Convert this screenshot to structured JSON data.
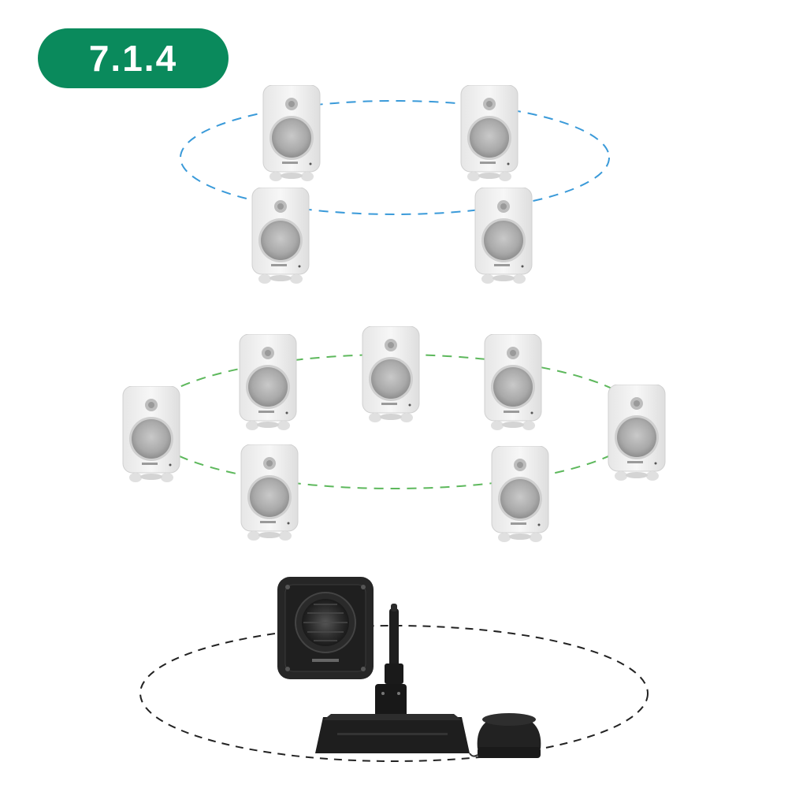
{
  "badge": {
    "label": "7.1.4"
  },
  "colors": {
    "badge_bg": "#0a8a5c",
    "height_ring": "#3a9ad9",
    "ear_ring": "#5db85c",
    "floor_ring": "#222222",
    "speaker_body": "#f2f2f2",
    "subwoofer_body": "#262626"
  },
  "speaker_groups": [
    {
      "name": "height-layer",
      "count": 4
    },
    {
      "name": "ear-level-layer",
      "count": 7
    }
  ],
  "devices": [
    {
      "name": "subwoofer"
    },
    {
      "name": "measurement-microphone"
    },
    {
      "name": "calibration-interface"
    }
  ],
  "icons": [
    "studio-monitor-icon",
    "subwoofer-icon",
    "microphone-icon",
    "interface-hub-icon"
  ]
}
